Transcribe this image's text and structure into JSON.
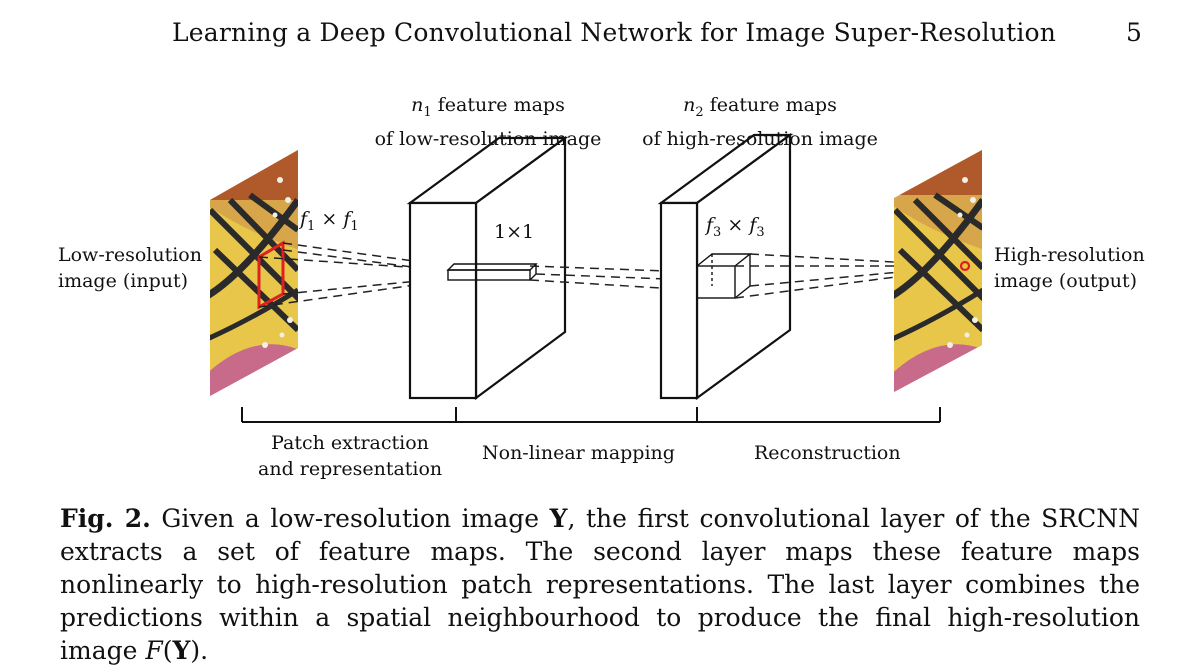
{
  "header": {
    "title": "Learning a Deep Convolutional Network for Image Super-Resolution",
    "page_number": "5"
  },
  "figure": {
    "input_label_line1": "Low-resolution",
    "input_label_line2": "image (input)",
    "output_label_line1": "High-resolution",
    "output_label_line2": "image (output)",
    "layer1_caption_var": "n",
    "layer1_caption_sub": "1",
    "layer1_caption_rest": " feature maps",
    "layer1_caption_line2": "of low-resolution image",
    "layer2_caption_var": "n",
    "layer2_caption_sub": "2",
    "layer2_caption_rest": " feature maps",
    "layer2_caption_line2": "of high-resolution image",
    "filter1_label_a": "f",
    "filter1_sub_a": "1",
    "filter1_times": " × ",
    "filter1_label_b": "f",
    "filter1_sub_b": "1",
    "filter2_label": "1×1",
    "filter3_label_a": "f",
    "filter3_sub_a": "3",
    "filter3_times": " × ",
    "filter3_label_b": "f",
    "filter3_sub_b": "3",
    "stage1_line1": "Patch extraction",
    "stage1_line2": "and representation",
    "stage2": "Non-linear mapping",
    "stage3": "Reconstruction"
  },
  "caption": {
    "label": "Fig. 2.",
    "text_1": " Given a low-resolution image ",
    "bold_Y": "Y",
    "text_2": ", the first convolutional layer of the SRCNN extracts a set of feature maps. The second layer maps these feature maps nonlinearly to high-resolution patch representations. The last layer combines the predictions within a spatial neighbourhood to produce the final high-resolution image ",
    "func": "F",
    "paren_open": "(",
    "bold_Y2": "Y",
    "paren_close": ").",
    "colors": {
      "patch_box": "#e02020",
      "wing_yellow": "#e8c64a",
      "wing_black": "#2a2a2a",
      "flower_pink": "#c86a8a"
    }
  }
}
